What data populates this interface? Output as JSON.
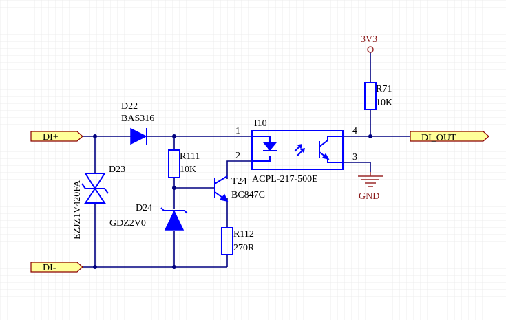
{
  "colors": {
    "background": "#ffffff",
    "grid": "#e8e8e8",
    "wire": "#000080",
    "component": "#0000ff",
    "text": "#000000",
    "power_symbol": "#8b1a1a",
    "port_fill": "#ffff99",
    "port_border": "#8b0000"
  },
  "ports": {
    "di_plus": "DI+",
    "di_minus": "DI-",
    "di_out": "DI_OUT"
  },
  "power": {
    "supply_label": "3V3",
    "ground_label": "GND"
  },
  "components": {
    "d22": {
      "designator": "D22",
      "part": "BAS316"
    },
    "d23": {
      "designator": "D23",
      "part": "EZJZ1V420FA"
    },
    "d24": {
      "designator": "D24",
      "part": "GDZ2V0"
    },
    "r111": {
      "designator": "R111",
      "value": "10K"
    },
    "r112": {
      "designator": "R112",
      "value": "270R"
    },
    "r71": {
      "designator": "R71",
      "value": "10K"
    },
    "t24": {
      "designator": "T24",
      "part": "BC847C"
    },
    "i10": {
      "designator": "I10",
      "part": "ACPL-217-500E"
    }
  },
  "pins": {
    "p1": "1",
    "p2": "2",
    "p3": "3",
    "p4": "4"
  }
}
